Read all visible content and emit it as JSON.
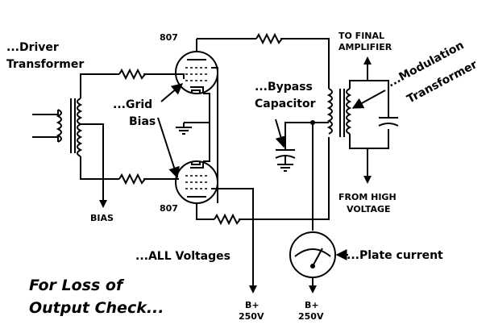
{
  "labels": {
    "driver_l1": "...Driver",
    "driver_l2": "Transformer",
    "tube_top": "807",
    "tube_bottom": "807",
    "grid_l1": "...Grid",
    "grid_l2": "Bias",
    "bias": "BIAS",
    "bypass_l1": "...Bypass",
    "bypass_l2": "Capacitor",
    "final_l1": "TO FINAL",
    "final_l2": "AMPLIFIER",
    "modulation_l1": "...Modulation",
    "modulation_l2": "Transformer",
    "high_l1": "FROM HIGH",
    "high_l2": "VOLTAGE",
    "voltages": "...ALL Voltages",
    "plate_current": "...Plate current",
    "bplus1_l1": "B+",
    "bplus1_l2": "250V",
    "bplus2_l1": "B+",
    "bplus2_l2": "250V",
    "title_l1": "For Loss of",
    "title_l2": "Output Check..."
  }
}
